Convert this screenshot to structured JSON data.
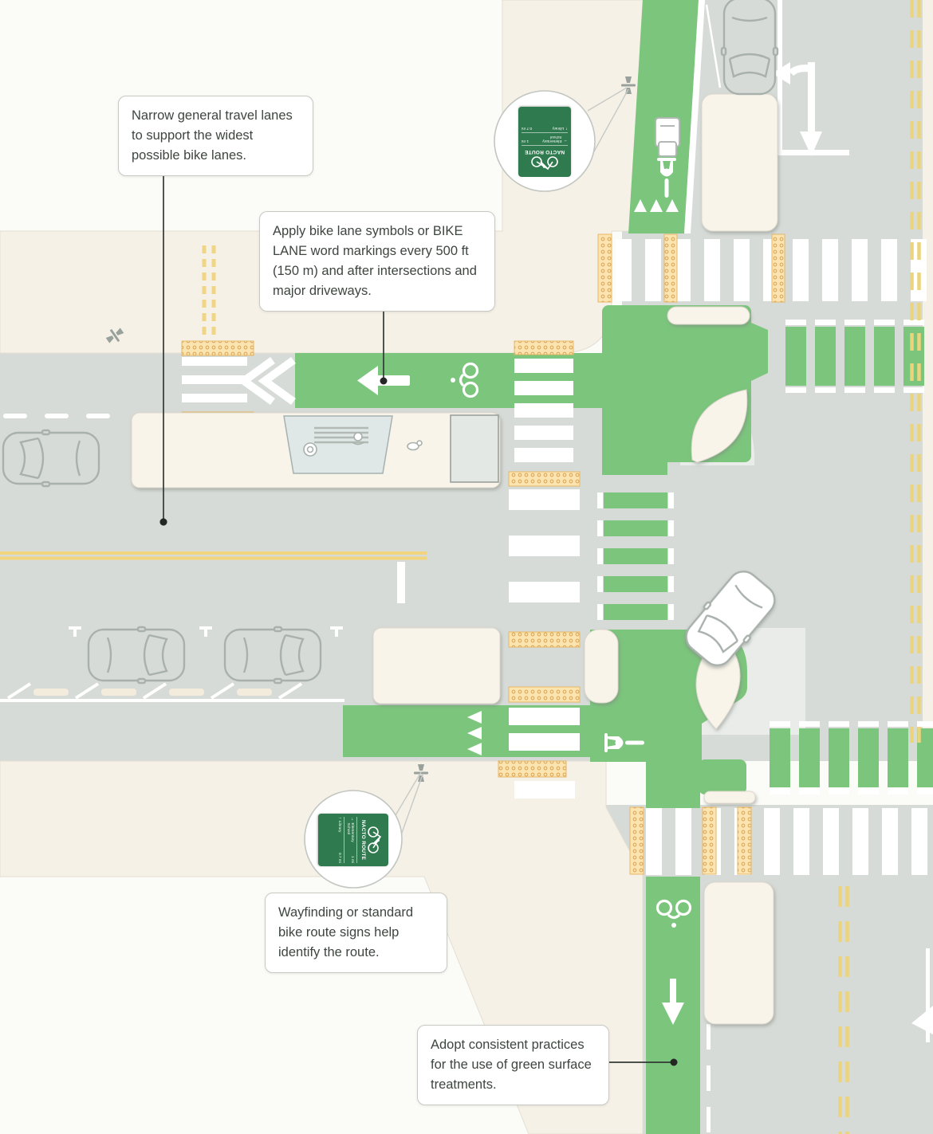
{
  "callouts": {
    "narrow_lanes": "Narrow general travel lanes to support the widest possible bike lanes.",
    "bike_symbols": "Apply bike lane symbols or BIKE LANE word markings every 500 ft (150 m) and after intersections and major driveways.",
    "wayfinding": "Wayfinding or standard bike route signs help identify the route.",
    "green_surface": "Adopt consistent practices for the use of green surface treatments."
  },
  "route_sign": {
    "title": "NACTO ROUTE",
    "destinations": [
      {
        "arrow": "→",
        "name": "Elementary School",
        "distance": "1 mi"
      },
      {
        "arrow": "↑",
        "name": "Library",
        "distance": "0.7 mi"
      }
    ]
  },
  "icons": {
    "bike_lane_stencil": "bicycle-stencil-icon",
    "lane_arrow": "lane-direction-arrow-icon",
    "street_light": "street-light-icon"
  },
  "colors": {
    "bike_lane_green": "#7cc57d",
    "road_gray": "#d7dbd7",
    "sidewalk_beige": "#f6f1e7",
    "island_beige": "#f9f4ea",
    "sign_green": "#2f7b4f",
    "tactile_yellow": "#fce4b0",
    "center_line_yellow": "#f1d47c",
    "crosswalk_white": "#ffffff"
  }
}
